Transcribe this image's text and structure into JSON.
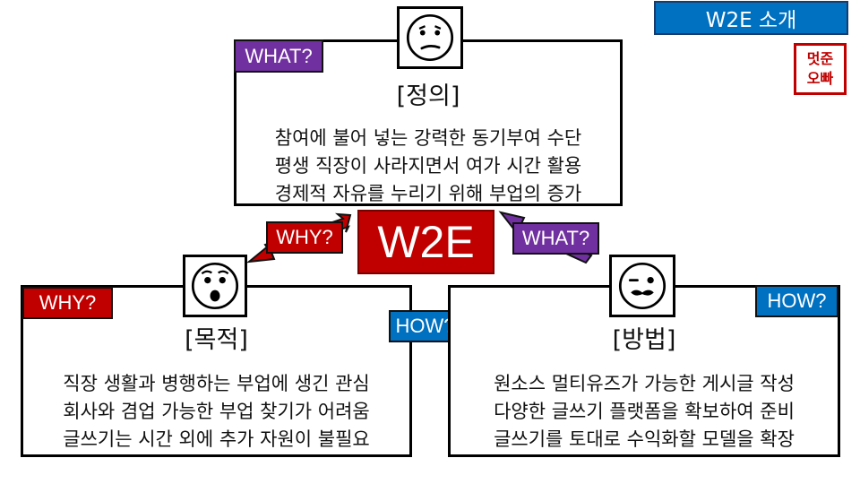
{
  "header": {
    "title": "W2E 소개",
    "logo_line1": "멋준",
    "logo_line2": "오빠"
  },
  "center": {
    "label": "W2E"
  },
  "connectors": {
    "left": "WHY?",
    "right": "WHAT?",
    "bottom": "HOW?"
  },
  "definition": {
    "tag": "WHAT?",
    "heading": "[정의]",
    "lines": [
      "참여에 불어 넣는 강력한 동기부여 수단",
      "평생 직장이 사라지면서 여가 시간 활용",
      "경제적 자유를 누리기 위해 부업의 증가"
    ]
  },
  "purpose": {
    "tag": "WHY?",
    "heading": "[목적]",
    "lines": [
      "직장 생활과 병행하는 부업에 생긴 관심",
      "회사와 겸업 가능한 부업 찾기가 어려움",
      "글쓰기는 시간 외에 추가 자원이 불필요"
    ]
  },
  "method": {
    "tag": "HOW?",
    "heading": "[방법]",
    "lines": [
      "원소스 멀티유즈가 가능한 게시글 작성",
      "다양한 글쓰기 플랫폼을 확보하여 준비",
      "글쓰기를 토대로 수익화할 모델을 확장"
    ]
  },
  "icons": {
    "top": "confused-face-icon",
    "left": "surprised-face-icon",
    "right": "mustache-face-icon"
  },
  "colors": {
    "purple": "#7030a0",
    "red": "#c00000",
    "blue": "#0070c0"
  }
}
